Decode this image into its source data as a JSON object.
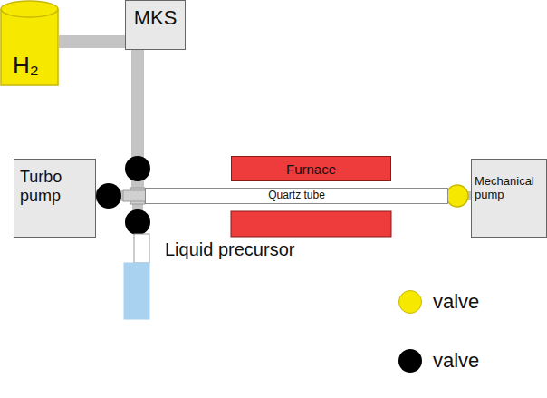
{
  "diagram": {
    "nodes": [
      {
        "text": [
          "H₂"
        ]
      },
      {
        "text": [
          "MKS"
        ]
      },
      {
        "text": [
          "Turbo pump"
        ]
      },
      {
        "text": [
          "Furnace"
        ]
      },
      {
        "text": [
          "Quartz tube"
        ]
      },
      {
        "text": [
          "Mechanical pump"
        ]
      },
      {
        "text": [
          "Liquid precursor"
        ]
      }
    ],
    "edges": [
      {
        "from": 0,
        "to": 1,
        "arrow": "none"
      },
      {
        "from": 1,
        "to": 4,
        "arrow": "none"
      },
      {
        "from": 2,
        "to": 4,
        "arrow": "none"
      },
      {
        "from": 6,
        "to": 4,
        "arrow": "none"
      },
      {
        "from": 4,
        "to": 5,
        "arrow": "none"
      }
    ],
    "legend": [
      {
        "text": "valve",
        "color": "#f7e800"
      },
      {
        "text": "valve",
        "color": "#000000"
      }
    ]
  }
}
